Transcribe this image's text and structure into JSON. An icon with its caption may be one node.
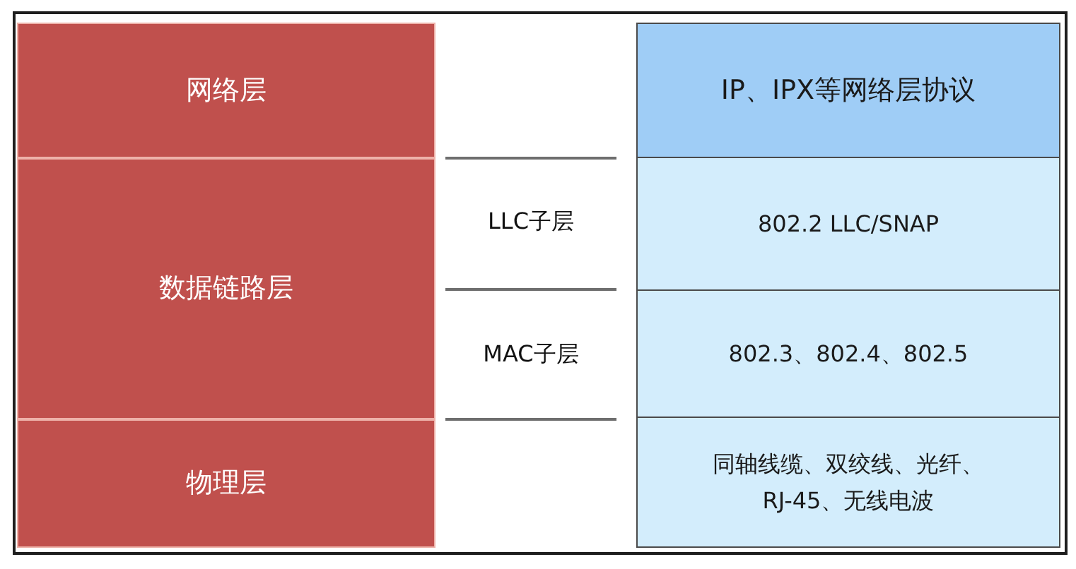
{
  "diagram": {
    "nodes": [
      {
        "text": [
          "网络层"
        ]
      },
      {
        "text": [
          "IP、IPX等网络层协议"
        ]
      },
      {
        "text": [
          "数据链路层"
        ]
      },
      {
        "text": [
          "802.2 LLC/SNAP"
        ]
      },
      {
        "text": [
          "802.3、802.4、802.5"
        ]
      },
      {
        "text": [
          "物理层"
        ]
      },
      {
        "text": [
          "同轴线缆、双绞线、光纤、RJ-45、无线电波"
        ]
      }
    ],
    "labels": [
      "LLC子层",
      "MAC子层"
    ]
  }
}
